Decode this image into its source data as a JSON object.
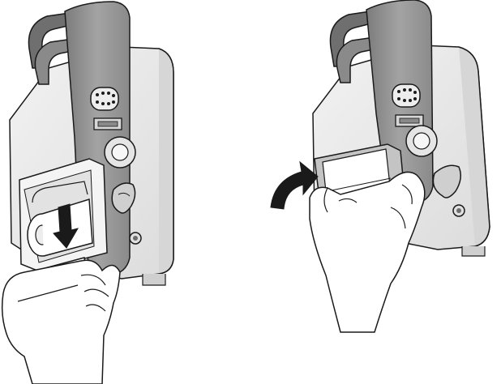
{
  "figure": {
    "panels": [
      {
        "id": "left",
        "step": "insert-paper-roll",
        "arrow_direction": "down",
        "icons": [
          "device-body-icon",
          "hook-handle-icon",
          "connector-port-icon",
          "round-knob-icon",
          "paper-roll-icon",
          "hand-icon",
          "down-arrow-icon"
        ]
      },
      {
        "id": "right",
        "step": "close-paper-door",
        "arrow_direction": "curved-up-right",
        "icons": [
          "device-body-icon",
          "hook-handle-icon",
          "connector-port-icon",
          "round-knob-icon",
          "paper-door-icon",
          "hand-icon",
          "curved-arrow-icon"
        ]
      }
    ],
    "colors": {
      "outline": "#1a1a1a",
      "device_light": "#e9e9e9",
      "device_mid": "#cfcfcf",
      "strip_dark": "#8d8d8d",
      "strip_mid": "#a9a9a9",
      "handle_dark": "#6d6d6d",
      "arrow": "#1a1a1a",
      "hand": "#ffffff"
    }
  }
}
